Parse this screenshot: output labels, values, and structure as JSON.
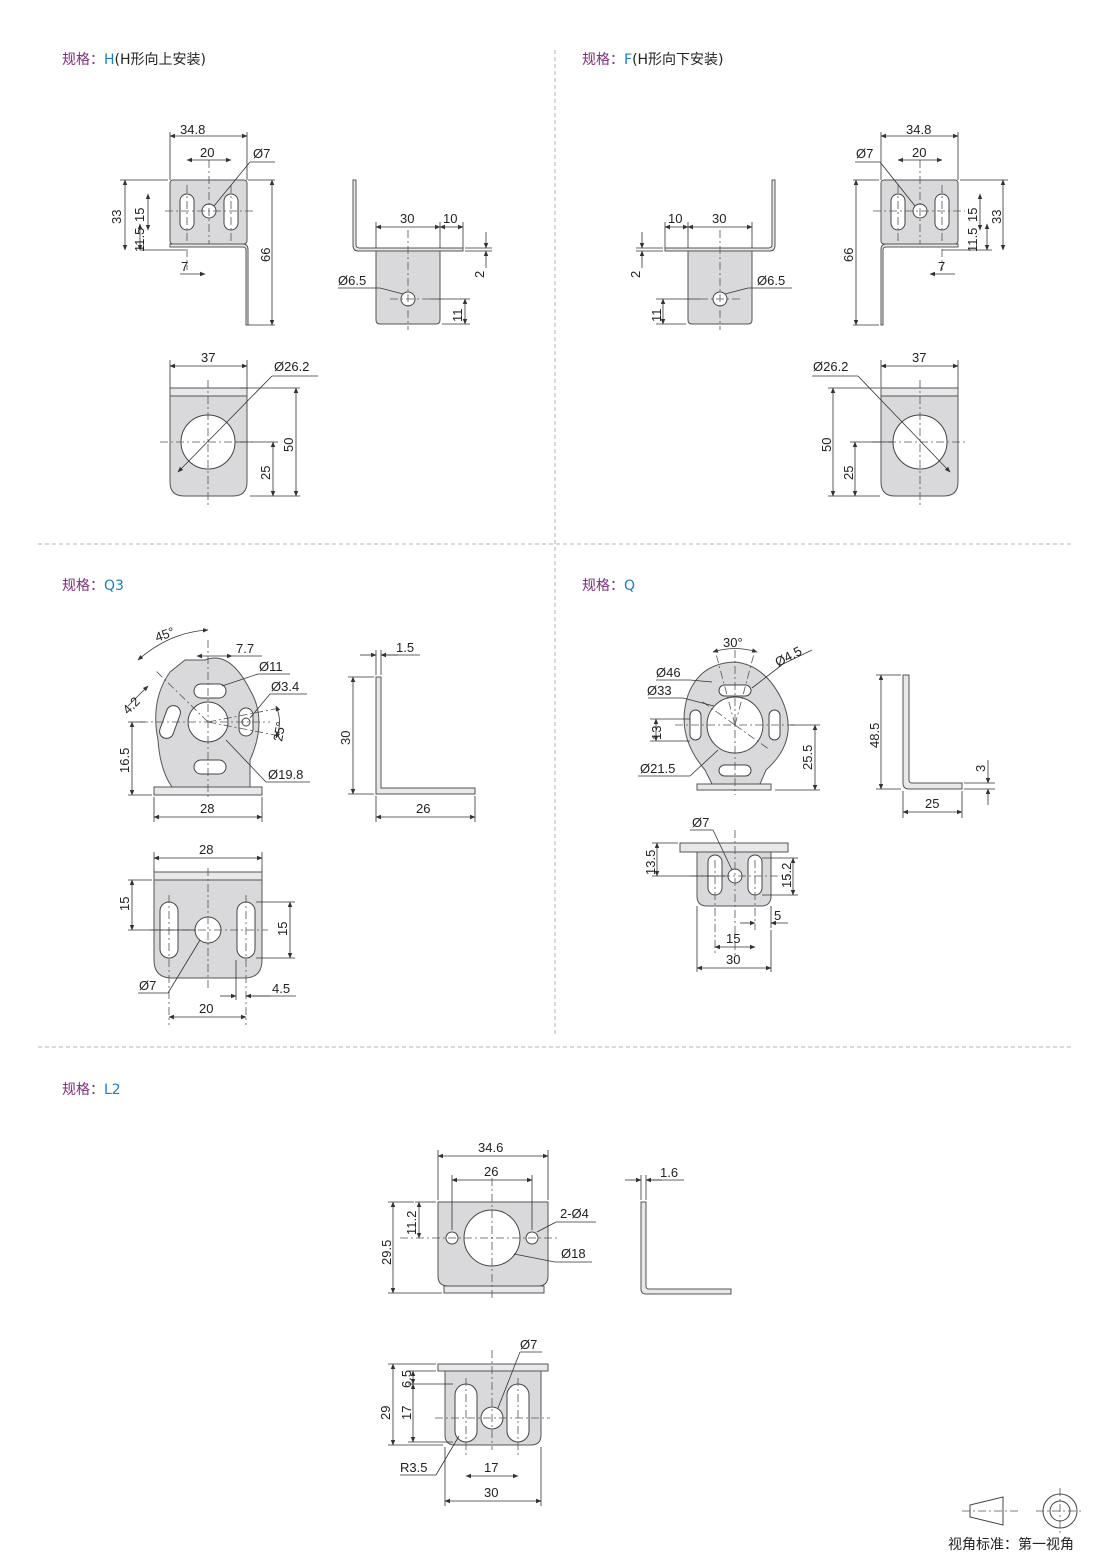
{
  "sections": {
    "h": {
      "label": "规格：",
      "code": "H",
      "desc": "(H形向上安装)"
    },
    "f": {
      "label": "规格：",
      "code": "F",
      "desc": "(H形向下安装)"
    },
    "q3": {
      "label": "规格：",
      "code": "Q3",
      "desc": ""
    },
    "q": {
      "label": "规格：",
      "code": "Q",
      "desc": ""
    },
    "l2": {
      "label": "规格：",
      "code": "L2",
      "desc": ""
    }
  },
  "dims": {
    "h": {
      "w348": "34.8",
      "w20": "20",
      "d7": "Ø7",
      "h33": "33",
      "h15": "15",
      "h115": "11.5",
      "h66": "66",
      "s7": "7",
      "w30": "30",
      "w10": "10",
      "t2": "2",
      "d65": "Ø6.5",
      "h11": "11",
      "w37": "37",
      "d262": "Ø26.2",
      "h50": "50",
      "h25": "25"
    },
    "f": {
      "w348": "34.8",
      "w20": "20",
      "d7": "Ø7",
      "h33": "33",
      "h15": "15",
      "h115": "11.5",
      "h66": "66",
      "s7": "7",
      "w30": "30",
      "w10": "10",
      "t2": "2",
      "d65": "Ø6.5",
      "h11": "11",
      "w37": "37",
      "d262": "Ø26.2",
      "h50": "50",
      "h25": "25"
    },
    "q3": {
      "a45": "45°",
      "r42": "4.2",
      "w77": "7.7",
      "d11": "Ø11",
      "d34": "Ø3.4",
      "a25": "25°",
      "h165": "16.5",
      "w28": "28",
      "d198": "Ø19.8",
      "t15": "1.5",
      "h30": "30",
      "w26": "26",
      "w28b": "28",
      "h15a": "15",
      "h15b": "15",
      "d7": "Ø7",
      "s45": "4.5",
      "w20": "20"
    },
    "q": {
      "a30": "30°",
      "d45": "Ø4.5",
      "d46": "Ø46",
      "d33": "Ø33",
      "h13": "13",
      "d215": "Ø21.5",
      "h255": "25.5",
      "h485": "48.5",
      "t3": "3",
      "w25": "25",
      "d7": "Ø7",
      "h135": "13.5",
      "h152": "15.2",
      "s5": "5",
      "w15": "15",
      "w30": "30"
    },
    "l2": {
      "w346": "34.6",
      "w26": "26",
      "h112": "11.2",
      "h295": "29.5",
      "d24": "2-Ø4",
      "d18": "Ø18",
      "t16": "1.6",
      "d7": "Ø7",
      "h65": "6.5",
      "h29": "29",
      "h17": "17",
      "r35": "R3.5",
      "w17": "17",
      "w30": "30"
    }
  },
  "footer": {
    "view_standard": "视角标准：第一视角"
  }
}
